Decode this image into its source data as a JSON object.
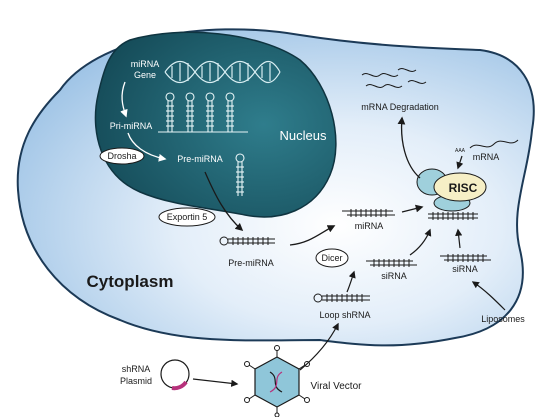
{
  "labels": {
    "mirna_gene_line1": "miRNA",
    "mirna_gene_line2": "Gene",
    "pri_mirna": "Pri-miRNA",
    "drosha": "Drosha",
    "pre_mirna_nucleus": "Pre-miRNA",
    "nucleus": "Nucleus",
    "exportin": "Exportin 5",
    "pre_mirna_cyto": "Pre-miRNA",
    "mirna": "miRNA",
    "dicer": "Dicer",
    "sirna_middle": "siRNA",
    "sirna_right": "siRNA",
    "risc": "RISC",
    "mrna_degradation": "mRNA Degradation",
    "mrna": "mRNA",
    "aaa": "AAA",
    "cytoplasm": "Cytoplasm",
    "loop_shrna": "Loop shRNA",
    "liposomes": "Liposomes",
    "shrna_plasmid_line1": "shRNA",
    "shrna_plasmid_line2": "Plasmid",
    "viral_vector": "Viral Vector"
  },
  "colors": {
    "cell_fill": "#cfe3f5",
    "cell_stroke": "#1c3a57",
    "nucleus_fill": "#1f5f6e",
    "risc_fill": "#f6efc6",
    "risc_sub_fill": "#9fd0dc",
    "vector_fill": "#8fc6d9",
    "plasmid_insert": "#b7327c"
  }
}
